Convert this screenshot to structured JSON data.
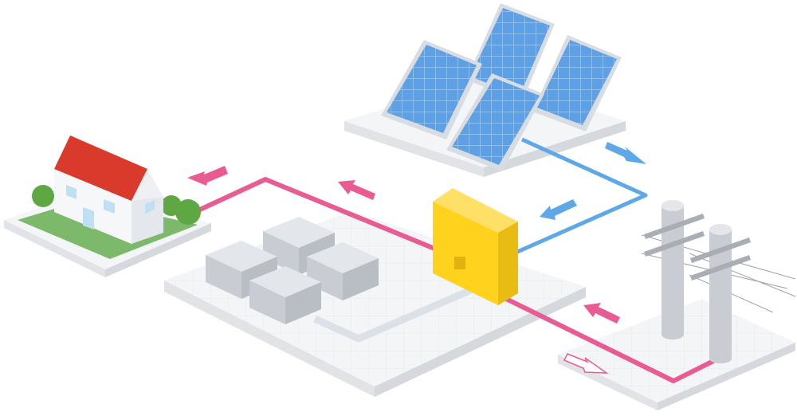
{
  "diagram": {
    "title": "",
    "colors": {
      "ac_flow": "#E85C93",
      "dc_flow": "#5EA8E8",
      "battery_link": "#DCE1E8",
      "inverter": "#FFD21E",
      "inverter_side": "#E8BC12",
      "panel_cell": "#5EA0E6",
      "roof": "#D93A2B",
      "grass": "#7DB96A",
      "tree": "#5EA743",
      "pole": "#C9CCD2",
      "platform_top": "#F4F5F7",
      "platform_side": "#E1E3E7"
    },
    "nodes": [
      {
        "id": "house",
        "icon": "house-icon"
      },
      {
        "id": "solar",
        "icon": "solar-panel-icon"
      },
      {
        "id": "inverter",
        "icon": "power-conditioner-icon"
      },
      {
        "id": "battery",
        "icon": "battery-storage-icon"
      },
      {
        "id": "grid",
        "icon": "utility-pole-icon"
      }
    ],
    "flows": [
      {
        "from": "solar",
        "to": "inverter",
        "kind": "dc"
      },
      {
        "from": "inverter",
        "to": "house",
        "kind": "ac"
      },
      {
        "from": "grid",
        "to": "inverter",
        "kind": "ac"
      },
      {
        "from": "inverter",
        "to": "grid",
        "kind": "ac-export"
      },
      {
        "from": "inverter",
        "to": "battery",
        "kind": "storage"
      }
    ]
  }
}
